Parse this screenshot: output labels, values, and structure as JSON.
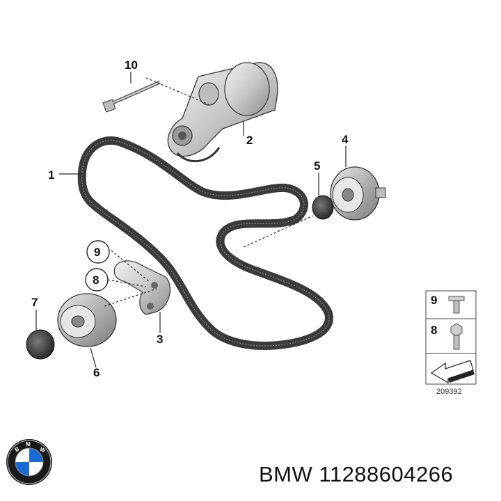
{
  "parts": {
    "belt": "1",
    "tensioner": "2",
    "idler_bracket": "3",
    "idler_pulley_upper": "4",
    "cover_upper": "5",
    "idler_pulley_lower": "6",
    "cover_lower": "7",
    "bolt_8": "8",
    "bolt_9": "9",
    "bolt_10": "10"
  },
  "legend": {
    "item_top": "9",
    "item_bottom": "8"
  },
  "reference_number": "209392",
  "caption": {
    "brand": "BMW",
    "part_number": "11288604266"
  },
  "colors": {
    "belt": "#3a3a3a",
    "metal": "#d8d8d8",
    "dark": "#2a2a2a",
    "logo_blue": "#1c69d4"
  }
}
